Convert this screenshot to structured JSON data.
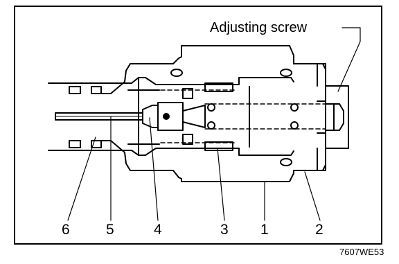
{
  "diagram": {
    "callout_adjusting": "Adjusting screw",
    "part_numbers": [
      "6",
      "5",
      "4",
      "3",
      "1",
      "2"
    ],
    "figure_code": "7607WE53"
  }
}
